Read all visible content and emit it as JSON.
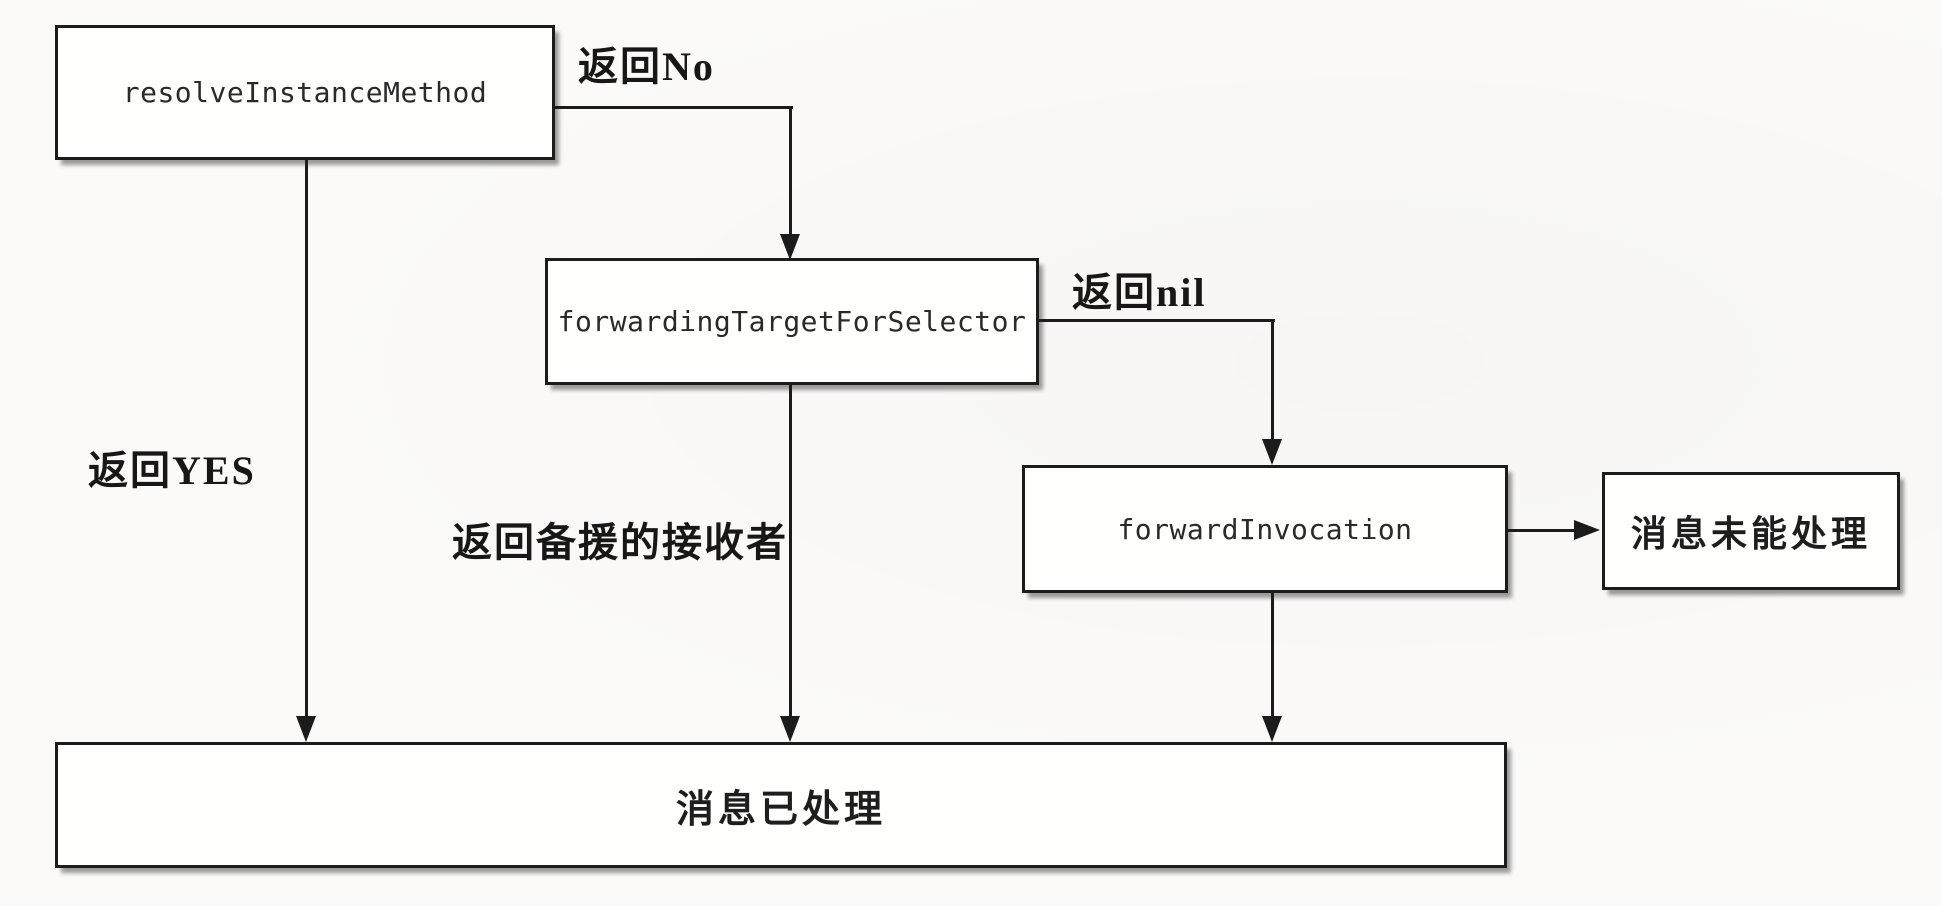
{
  "figure": {
    "type": "flowchart",
    "topic": "Objective-C message forwarding flow",
    "background_color": "#fbfaf8",
    "line_color": "#1b1b1b",
    "box_fill": "#fffffe",
    "box_border": "#1c1c1c"
  },
  "nodes": {
    "resolve_instance_method": {
      "label": "resolveInstanceMethod"
    },
    "forwarding_target_for_selector": {
      "label": "forwardingTargetForSelector"
    },
    "forward_invocation": {
      "label": "forwardInvocation"
    },
    "message_not_handled": {
      "label": "消息未能处理"
    },
    "message_handled": {
      "label": "消息已处理"
    }
  },
  "edges": {
    "return_no": {
      "label": "返回No"
    },
    "return_nil": {
      "label": "返回nil"
    },
    "return_yes": {
      "label": "返回YES"
    },
    "return_backup_receiver": {
      "label": "返回备援的接收者"
    }
  }
}
